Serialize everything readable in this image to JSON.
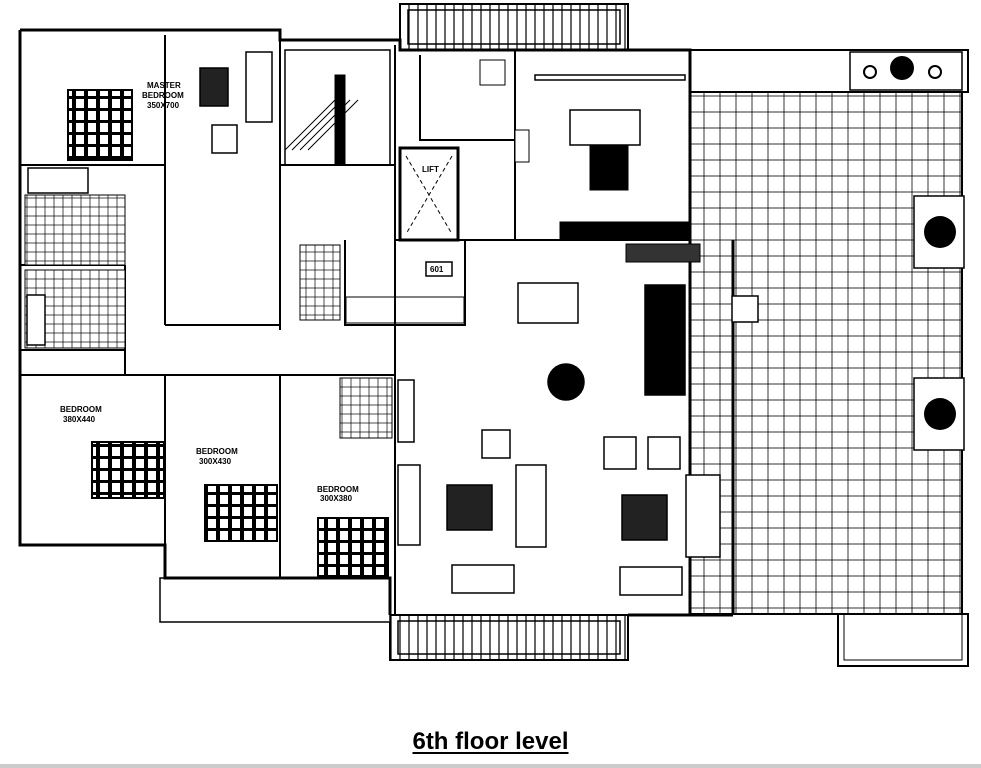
{
  "title": "6th floor level",
  "rooms": {
    "master_bedroom": {
      "name_line1": "MASTER",
      "name_line2": "BEDROOM",
      "size": "350X700"
    },
    "bedroom_1": {
      "name": "BEDROOM",
      "size": "380X440"
    },
    "bedroom_2": {
      "name": "BEDROOM",
      "size": "300X430"
    },
    "bedroom_3": {
      "name": "BEDROOM",
      "size": "300X380"
    },
    "lift": "LIFT",
    "apartment_number": "601"
  },
  "colors": {
    "line": "#000000",
    "background": "#ffffff"
  }
}
